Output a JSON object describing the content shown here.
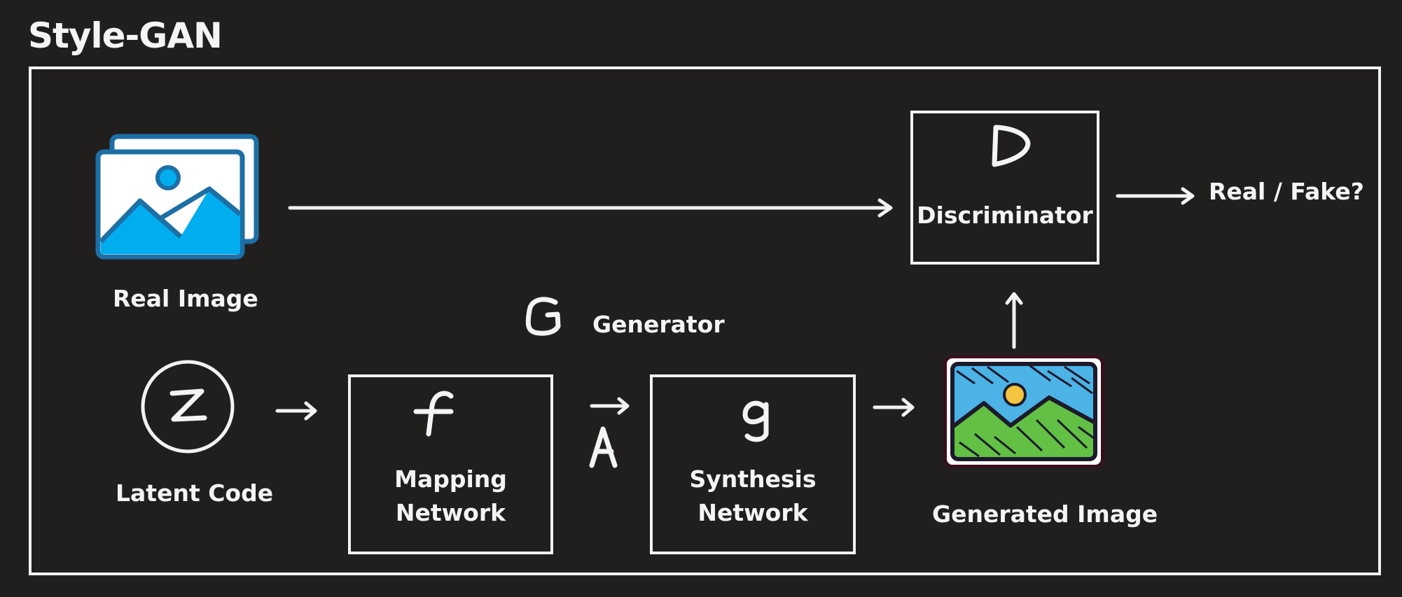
{
  "title": "Style-GAN",
  "nodes": {
    "real_image": "Real Image",
    "latent_code": "Latent Code",
    "latent_symbol": "z",
    "mapping_symbol": "f",
    "mapping_line1": "Mapping",
    "mapping_line2": "Network",
    "style_symbol": "A",
    "synthesis_symbol": "g",
    "synthesis_line1": "Synthesis",
    "synthesis_line2": "Network",
    "generator_symbol": "G",
    "generator": "Generator",
    "generated_image": "Generated Image",
    "discriminator_symbol": "D",
    "discriminator": "Discriminator",
    "output": "Real / Fake?"
  },
  "icons": {
    "real_image": "photo-stack-icon",
    "generated_image": "sketched-landscape-picture-icon"
  },
  "colors": {
    "background": "#211f1e",
    "foreground": "#f2f2f2",
    "photo_blue": "#00adef",
    "photo_outline": "#1d6fa5",
    "sketch_sky": "#4cb3e6",
    "sketch_grass": "#62c044",
    "sketch_sun": "#f3c43f"
  }
}
